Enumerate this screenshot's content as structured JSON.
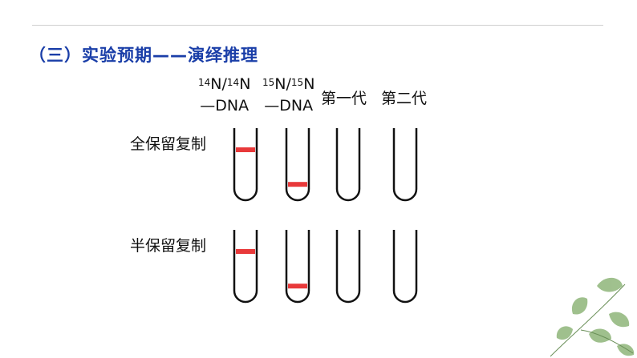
{
  "title": "（三）实验预期——演绎推理",
  "columns": [
    {
      "iso_a": "14",
      "sym_a": "N/",
      "iso_b": "14",
      "sym_b": "N",
      "line2": "—DNA"
    },
    {
      "iso_a": "15",
      "sym_a": "N/",
      "iso_b": "15",
      "sym_b": "N",
      "line2": "—DNA"
    },
    {
      "label": "第一代"
    },
    {
      "label": "第二代"
    }
  ],
  "rows": [
    {
      "label": "全保留复制",
      "bands": [
        0.3,
        0.78,
        null,
        null
      ]
    },
    {
      "label": "半保留复制",
      "bands": [
        0.3,
        0.78,
        null,
        null
      ]
    }
  ],
  "colors": {
    "title": "#1a3ea8",
    "band": "#e8393a",
    "tube": "#111111",
    "leaf": "#8fb67a"
  }
}
